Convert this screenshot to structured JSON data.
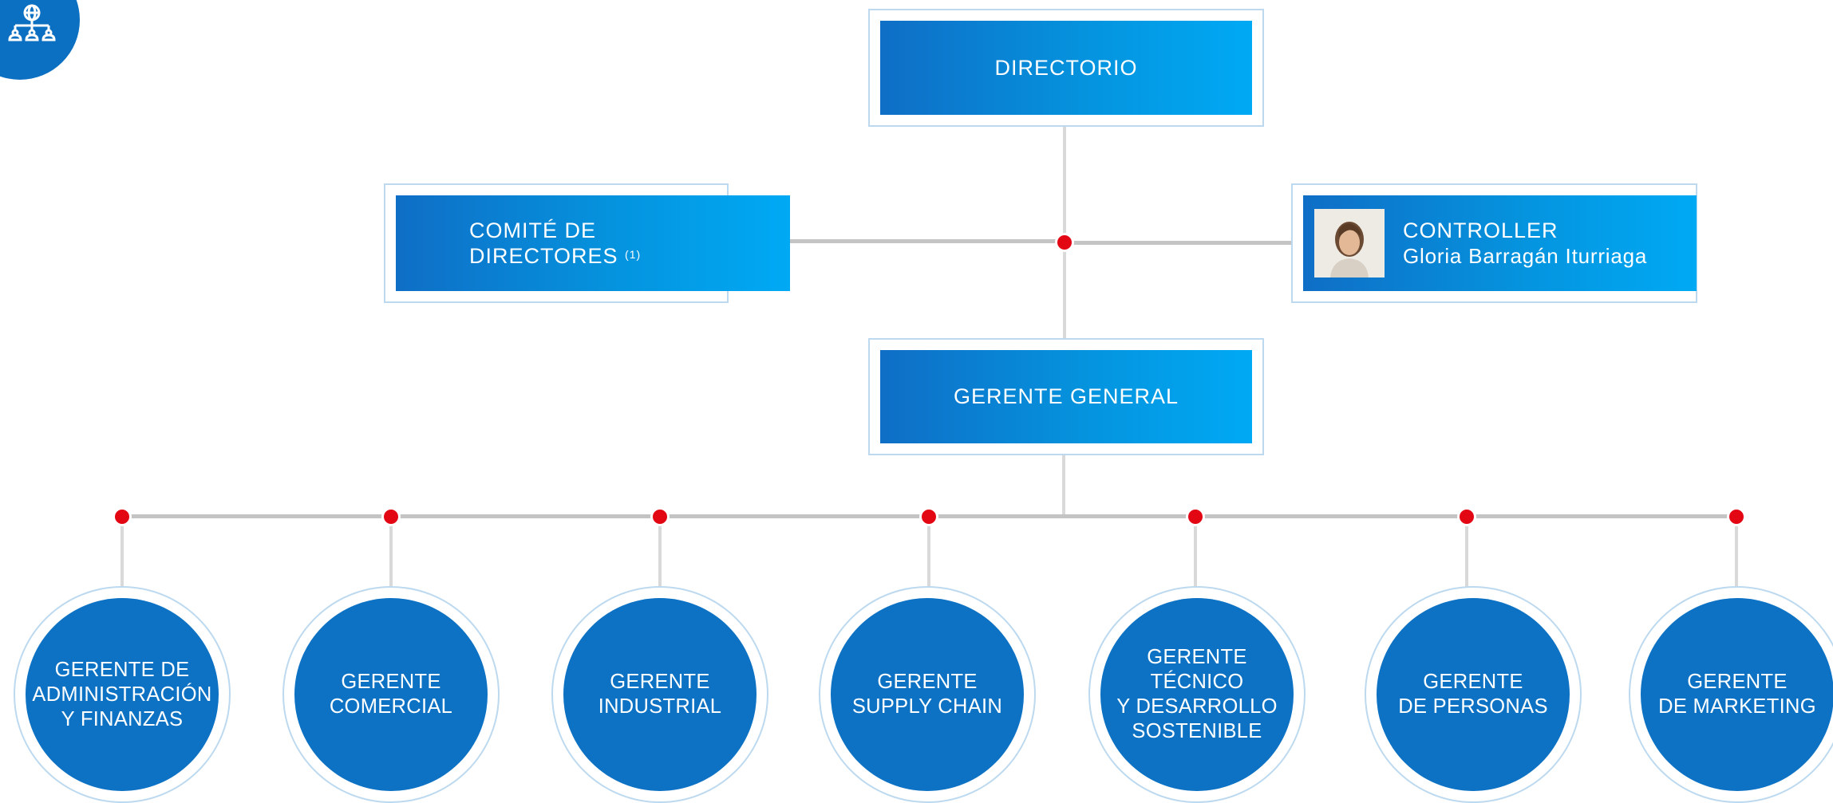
{
  "top": {
    "label": "DIRECTORIO"
  },
  "committee": {
    "label_line1": "COMITÉ DE",
    "label_line2": "DIRECTORES",
    "note": "(1)"
  },
  "controller": {
    "title": "CONTROLLER",
    "name": "Gloria Barragán Iturriaga"
  },
  "general_manager": {
    "label": "GERENTE GENERAL"
  },
  "managers": [
    {
      "lines": [
        "GERENTE DE",
        "ADMINISTRACIÓN",
        "Y FINANZAS"
      ]
    },
    {
      "lines": [
        "GERENTE",
        "COMERCIAL"
      ]
    },
    {
      "lines": [
        "GERENTE",
        "INDUSTRIAL"
      ]
    },
    {
      "lines": [
        "GERENTE",
        "SUPPLY CHAIN"
      ]
    },
    {
      "lines": [
        "GERENTE",
        "TÉCNICO",
        "Y DESARROLLO",
        "SOSTENIBLE"
      ]
    },
    {
      "lines": [
        "GERENTE",
        "DE PERSONAS"
      ]
    },
    {
      "lines": [
        "GERENTE",
        "DE MARKETING"
      ]
    }
  ],
  "icons": {
    "logo": "org-chart-globe-icon",
    "photo": "person-photo"
  },
  "colors": {
    "primary": "#0d72c4",
    "accent_dot": "#e30613",
    "connector": "#c4c4c4"
  }
}
